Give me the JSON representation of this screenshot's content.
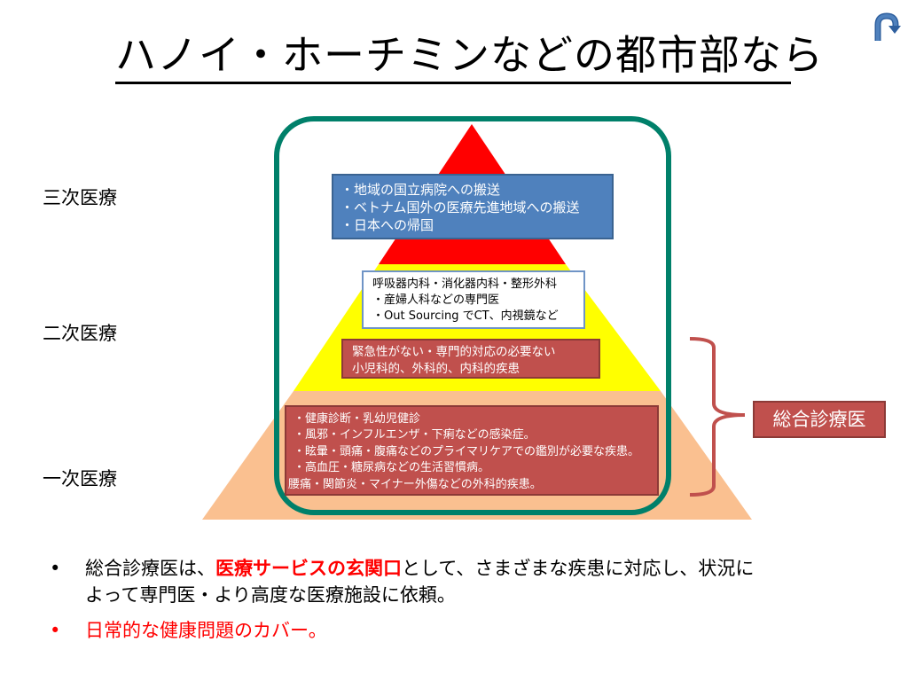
{
  "slide": {
    "title": "ハノイ・ホーチミンなどの都市部なら",
    "nav_icon": "return-arrow-icon"
  },
  "levels": {
    "tertiary": "三次医療",
    "secondary": "二次医療",
    "primary": "一次医療"
  },
  "boxes": {
    "tertiary_lines": [
      "・地域の国立病院への搬送",
      "・ベトナム国外の医療先進地域への搬送",
      "・日本への帰国"
    ],
    "secondary_specialist_lines": [
      "呼吸器内科・消化器内科・整形外科",
      "・産婦人科などの専門医",
      "・Out Sourcing でCT、内視鏡など"
    ],
    "secondary_general_lines": [
      "緊急性がない・専門的対応の必要ない",
      "小児科的、外科的、内科的疾患"
    ],
    "primary_lines": [
      "・健康診断・乳幼児健診",
      "・風邪・インフルエンザ・下痢などの感染症。",
      "・眩暈・頭痛・腹痛などのプライマリケアでの鑑別が必要な疾患。",
      "・高血圧・糖尿病などの生活習慣病。",
      "腰痛・関節炎・マイナー外傷などの外科的疾患。"
    ],
    "general_practitioner": "総合診療医"
  },
  "bullets": {
    "item1_prefix": "総合診療医は、",
    "item1_highlight": "医療サービスの玄関口",
    "item1_suffix_line1": "として、さまざまな疾患に対応し、状況に",
    "item1_line2": "よって専門医・より高度な医療施設に依頼。",
    "item2": "日常的な健康問題のカバー。",
    "bullet_char": "•"
  },
  "colors": {
    "apex": "#ff0000",
    "middle": "#ffff00",
    "base": "#fac090",
    "frame": "#00806a",
    "blue_box": "#4f81bd",
    "red_box": "#c0504d",
    "brace": "#c0504d",
    "highlight": "#ff0000"
  }
}
